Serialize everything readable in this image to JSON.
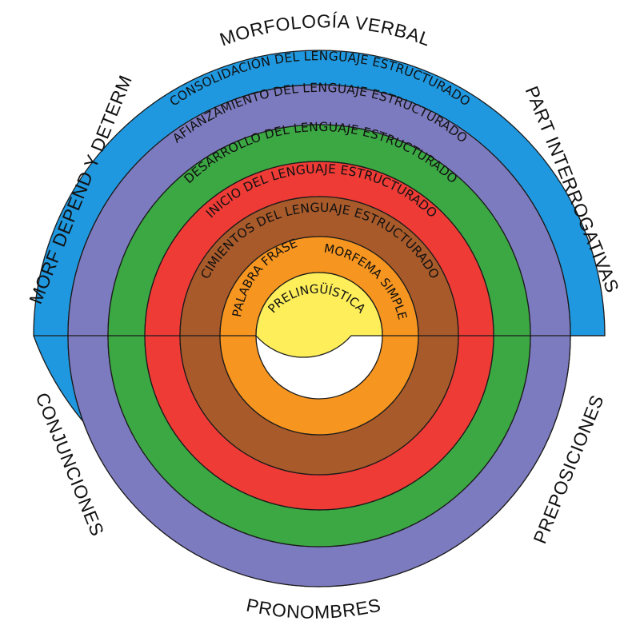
{
  "rings": [
    {
      "id": "consolidacion",
      "label": "CONSOLIDACIÓN DEL LENGUAJE ESTRUCTURADO",
      "color": "#1f98e0"
    },
    {
      "id": "afianzamiento",
      "label": "AFIANZAMIENTO DEL LENGUAJE ESTRUCTURADO",
      "color": "#7d7bbf"
    },
    {
      "id": "desarrollo",
      "label": "DESARROLLO DEL LENGUAJE ESTRUCTURADO",
      "color": "#3ba843"
    },
    {
      "id": "inicio",
      "label": "INICIO DEL LENGUAJE ESTRUCTURADO",
      "color": "#ee3b36"
    },
    {
      "id": "cimientos",
      "label": "CIMIENTOS DEL LENGUAJE ESTRUCTURADO",
      "color": "#a85a2a"
    },
    {
      "id": "palabra",
      "label_left": "PALABRA FRASE",
      "label_right": "MORFEMA SIMPLE",
      "color": "#f6951f"
    },
    {
      "id": "prelinguistica",
      "label": "PRELINGÜÍSTICA",
      "color": "#fdee5a"
    }
  ],
  "outer_labels": {
    "top": "MORFOLOGÍA VERBAL",
    "upper_left": "MORF  DEPEND  Y DETERM",
    "upper_right": "PART  INTERROGATIVAS",
    "lower_left": "CONJUNCIONES",
    "lower_right": "PREPOSICIONES",
    "bottom": "PRONOMBRES"
  }
}
